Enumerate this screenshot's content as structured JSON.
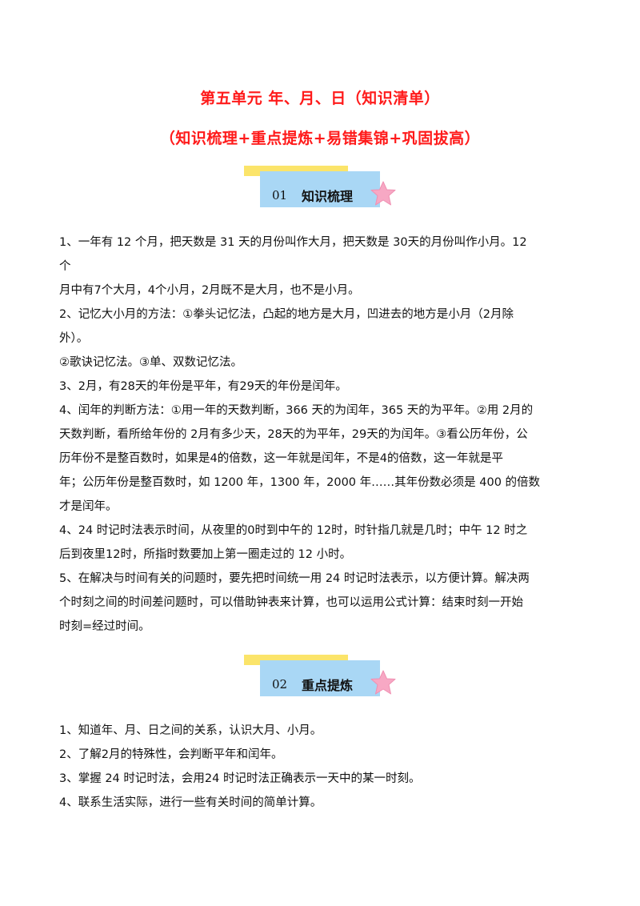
{
  "title": {
    "main": "第五单元  年、月、日（知识清单）",
    "sub": "（知识梳理+重点提炼+易错集锦+巩固拔高）"
  },
  "section1": {
    "num": "01",
    "label": "知识梳理",
    "lines": [
      "1、一年有 12 个月，把天数是 31 天的月份叫作大月，把天数是 30天的月份叫作小月。12",
      "个",
      "月中有7个大月，4个小月，2月既不是大月，也不是小月。",
      "2、记忆大小月的方法：①拳头记忆法，凸起的地方是大月，凹进去的地方是小月（2月除",
      "外）。",
      "②歌诀记忆法。③单、双数记忆法。",
      "3、2月，有28天的年份是平年，有29天的年份是闰年。",
      "4、闰年的判断方法：①用一年的天数判断，366 天的为闰年，365 天的为平年。②用 2月的",
      "天数判断，看所给年份的 2月有多少天，28天的为平年，29天的为闰年。③看公历年份，公",
      "历年份不是整百数时，如果是4的倍数，这一年就是闰年，不是4的倍数，这一年就是平",
      "年；公历年份是整百数时，如 1200 年，1300 年，2000 年……其年份数必须是 400 的倍数",
      "才是闰年。",
      "4、24 时记时法表示时间，从夜里的0时到中午的 12时，时针指几就是几时；中午 12 时之",
      "后到夜里12时，所指时数要加上第一圈走过的 12 小时。",
      "5、在解决与时间有关的问题时，要先把时间统一用 24 时记时法表示，以方便计算。解决两",
      "个时刻之间的时间差问题时，可以借助钟表来计算，也可以运用公式计算：结束时刻一开始",
      "时刻=经过时间。"
    ]
  },
  "section2": {
    "num": "02",
    "label": "重点提炼",
    "lines": [
      "1、知道年、月、日之间的关系，认识大月、小月。",
      "2、了解2月的特殊性，会判断平年和闰年。",
      "3、掌握 24 时记时法，会用24 时记时法正确表示一天中的某一时刻。",
      "4、联系生活实际，进行一些有关时间的简单计算。"
    ]
  },
  "colors": {
    "title_red": "#ff1a1a",
    "header_yellow": "#fbe46a",
    "header_blue": "#a9d7f5",
    "star_pink": "#f7a8c4"
  }
}
